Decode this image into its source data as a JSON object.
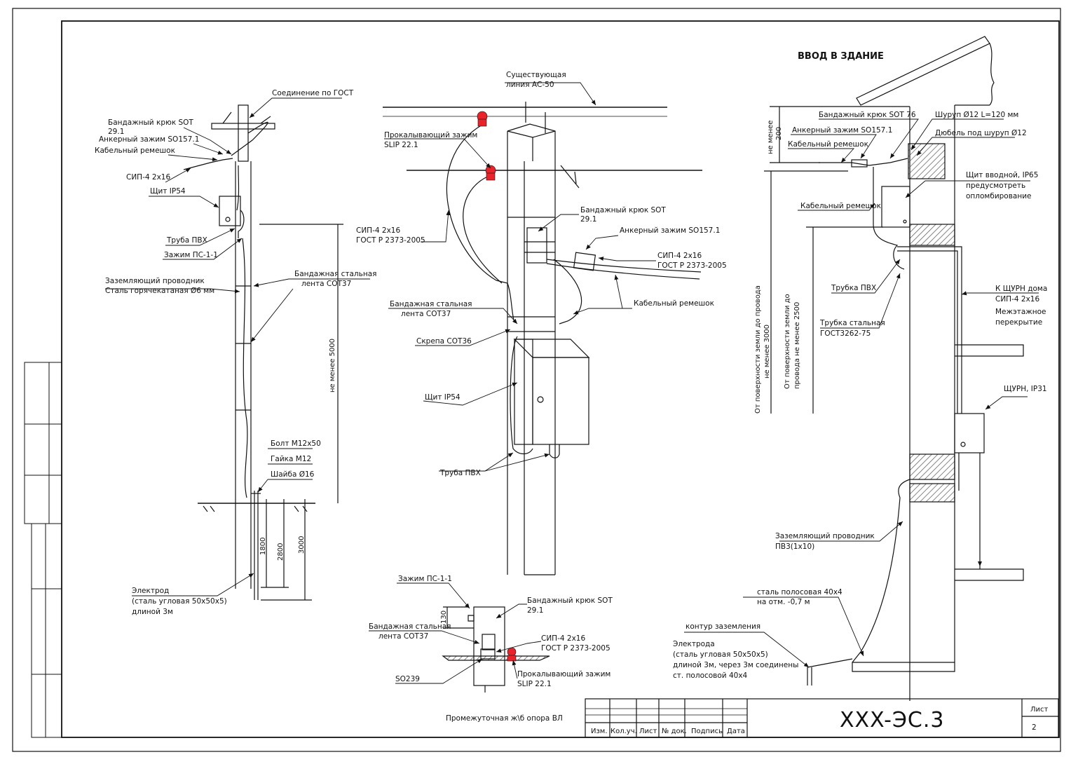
{
  "drawing_code": "XXX-ЭС.3",
  "sheet_label": "Лист",
  "sheet_number": "2",
  "title_block": {
    "izm": "Изм.",
    "kol_uch": "Кол.уч.",
    "list": "Лист",
    "n_dok": "№ док.",
    "podpis": "Подпись",
    "data": "Дата"
  },
  "left": {
    "soedinenie": "Соединение по ГОСТ",
    "band_kryuk_1": "Бандажный крюк SOT",
    "band_kryuk_2": "29.1",
    "ankernyi": "Анкерный зажим SO157.1",
    "kab_remeshok": "Кабельный ремешок",
    "sip": "СИП-4 2х16",
    "shchit": "Щит IP54",
    "truba": "Труба ПВХ",
    "zazhim": "Зажим ПС-1-1",
    "zazem_1": "Заземляющий проводник",
    "zazem_2": "Сталь горячекатаная Ø6 мм",
    "lenta_1": "Бандажная стальная",
    "lenta_2": "лента СОТ37",
    "ne_menee_5000": "не менее 5000",
    "bolt": "Болт М12х50",
    "gaika": "Гайка М12",
    "shaiba": "Шайба Ø16",
    "d1800": "1800",
    "d2800": "2800",
    "d3000": "3000",
    "elektrod_1": "Электрод",
    "elektrod_2": "(сталь угловая 50х50х5)",
    "elektrod_3": "длиной 3м"
  },
  "middle": {
    "sush_1": "Существующая",
    "sush_2": "линия АС-50",
    "prok_1": "Прокалывающий зажим",
    "prok_2": "SLIP 22.1",
    "band_kryuk_1": "Бандажный крюк SOT",
    "band_kryuk_2": "29.1",
    "ankernyi": "Анкерный зажим SO157.1",
    "sip_l_1": "СИП-4 2х16",
    "sip_l_2": "ГОСТ Р 2373-2005",
    "sip_r_1": "СИП-4 2х16",
    "sip_r_2": "ГОСТ Р 2373-2005",
    "kab_remeshok": "Кабельный ремешок",
    "lenta_1": "Бандажная стальная",
    "lenta_2": "лента СОТ37",
    "skrepa": "Скрепа СОТ36",
    "shchit": "Щит IP54",
    "truba": "Труба ПВХ"
  },
  "detail": {
    "zazhim": "Зажим ПС-1-1",
    "band_kryuk_1": "Бандажный крюк SOT",
    "band_kryuk_2": "29.1",
    "lenta_1": "Бандажная стальная",
    "lenta_2": "лента СОТ37",
    "d130": "130",
    "sip_1": "СИП-4 2х16",
    "sip_2": "ГОСТ Р 2373-2005",
    "so239": "SO239",
    "prok_1": "Прокалывающий зажим",
    "prok_2": "SLIP 22.1",
    "caption": "Промежуточная ж\\б опора ВЛ"
  },
  "right": {
    "title": "ВВОД В ЗДАНИЕ",
    "ne_menee_200_1": "не менее",
    "ne_menee_200_2": "200",
    "band_kryuk": "Бандажный крюк SOT 76",
    "ankernyi": "Анкерный зажим SO157.1",
    "kab_remeshok": "Кабельный ремешок",
    "shurup": "Шуруп Ø12 L=120 мм",
    "dyubel": "Дюбель под шуруп Ø12",
    "shchit_v_1": "Щит вводной, IP65",
    "shchit_v_2": "предусмотреть",
    "shchit_v_3": "опломбирование",
    "kab_remeshok_2": "Кабельный ремешок",
    "trubka_pvh": "Трубка ПВХ",
    "trubka_st_1": "Трубка стальная",
    "trubka_st_2": "ГОСТ3262-75",
    "ot_pov_1_a": "От поверхности земли до провода",
    "ot_pov_1_b": "не менее 3000",
    "ot_pov_2_a": "От поверхности земли до",
    "ot_pov_2_b": "провода не менее 2500",
    "k_shchu_1": "К ЩУРН дома",
    "k_shchu_2": "СИП-4 2х16",
    "mezh_1": "Межэтажное",
    "mezh_2": "перекрытие",
    "shchurn": "ЩУРН, IP31",
    "zazem_1": "Заземляющий проводник",
    "zazem_2": "ПВ3(1х10)",
    "stal_1": "сталь полосовая 40х4",
    "stal_2": "на отм. -0,7 м",
    "kontur": "контур заземления",
    "el_1": "Электрода",
    "el_2": "(сталь угловая 50х50х5)",
    "el_3": "длиной 3м, через 3м соединены",
    "el_4": "ст. полосовой 40х4"
  },
  "colors": {
    "line": "#111111",
    "accent_red": "#e8232a",
    "hatch": "#555555"
  }
}
